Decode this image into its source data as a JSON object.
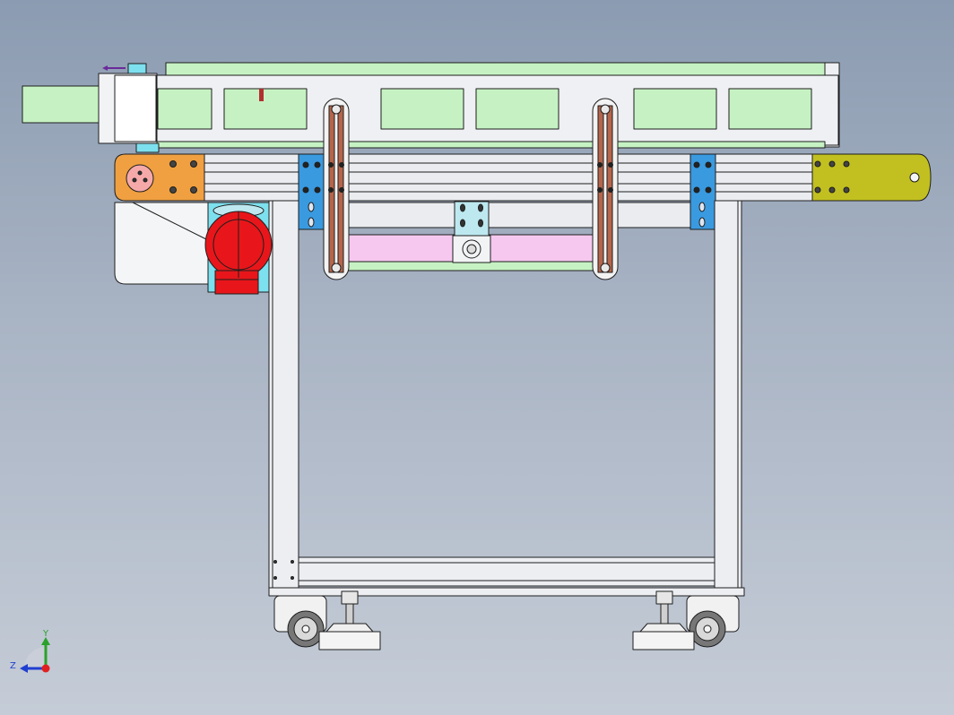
{
  "view": {
    "background_top": "#8b9bb1",
    "background_bottom": "#c5ccd7"
  },
  "triad": {
    "x_label": "",
    "y_label": "Y",
    "z_label": "Z",
    "y_color": "#2aa12a",
    "z_color": "#1f3fd0",
    "origin_color": "#e02020"
  },
  "colors": {
    "conveyor_panel": "#c6f2c3",
    "frame": "#e6e8ee",
    "drive_bracket": "#f0a040",
    "tail_bracket": "#c2c020",
    "motor": "#e8161a",
    "motor_mount": "#7de0ee",
    "mount_plate": "#3a9ae0",
    "belt_arm": "#b5654b",
    "tension_bar": "#f6c8ef",
    "outline": "#1e1e1e"
  },
  "components": [
    "conveyor-top-panel",
    "drive-end-bracket",
    "tail-end-bracket",
    "gear-motor",
    "belt-tension-arms",
    "support-frame",
    "caster-wheels",
    "leveling-feet"
  ]
}
